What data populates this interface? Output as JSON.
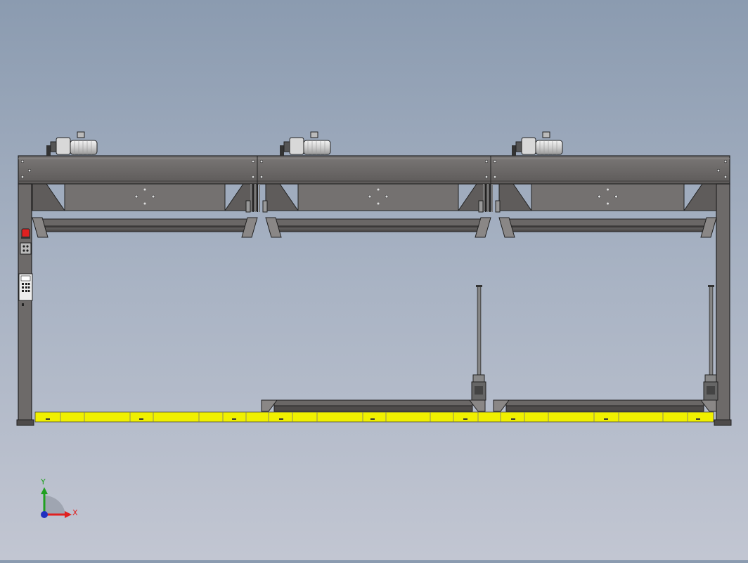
{
  "triad": {
    "y_label": "Y",
    "x_label": "X",
    "x_color": "#e02020",
    "y_color": "#20a020",
    "z_color": "#2030c0"
  },
  "colors": {
    "frame": "#6a6766",
    "frame_dark": "#3a3838",
    "guard_yellow": "#f0f000",
    "motor_silver": "#dcdcdc",
    "lamp_red": "#e02020"
  },
  "model": {
    "bays": 3,
    "motors": 3,
    "lifting_columns": 2,
    "lower_carriages": 2
  }
}
